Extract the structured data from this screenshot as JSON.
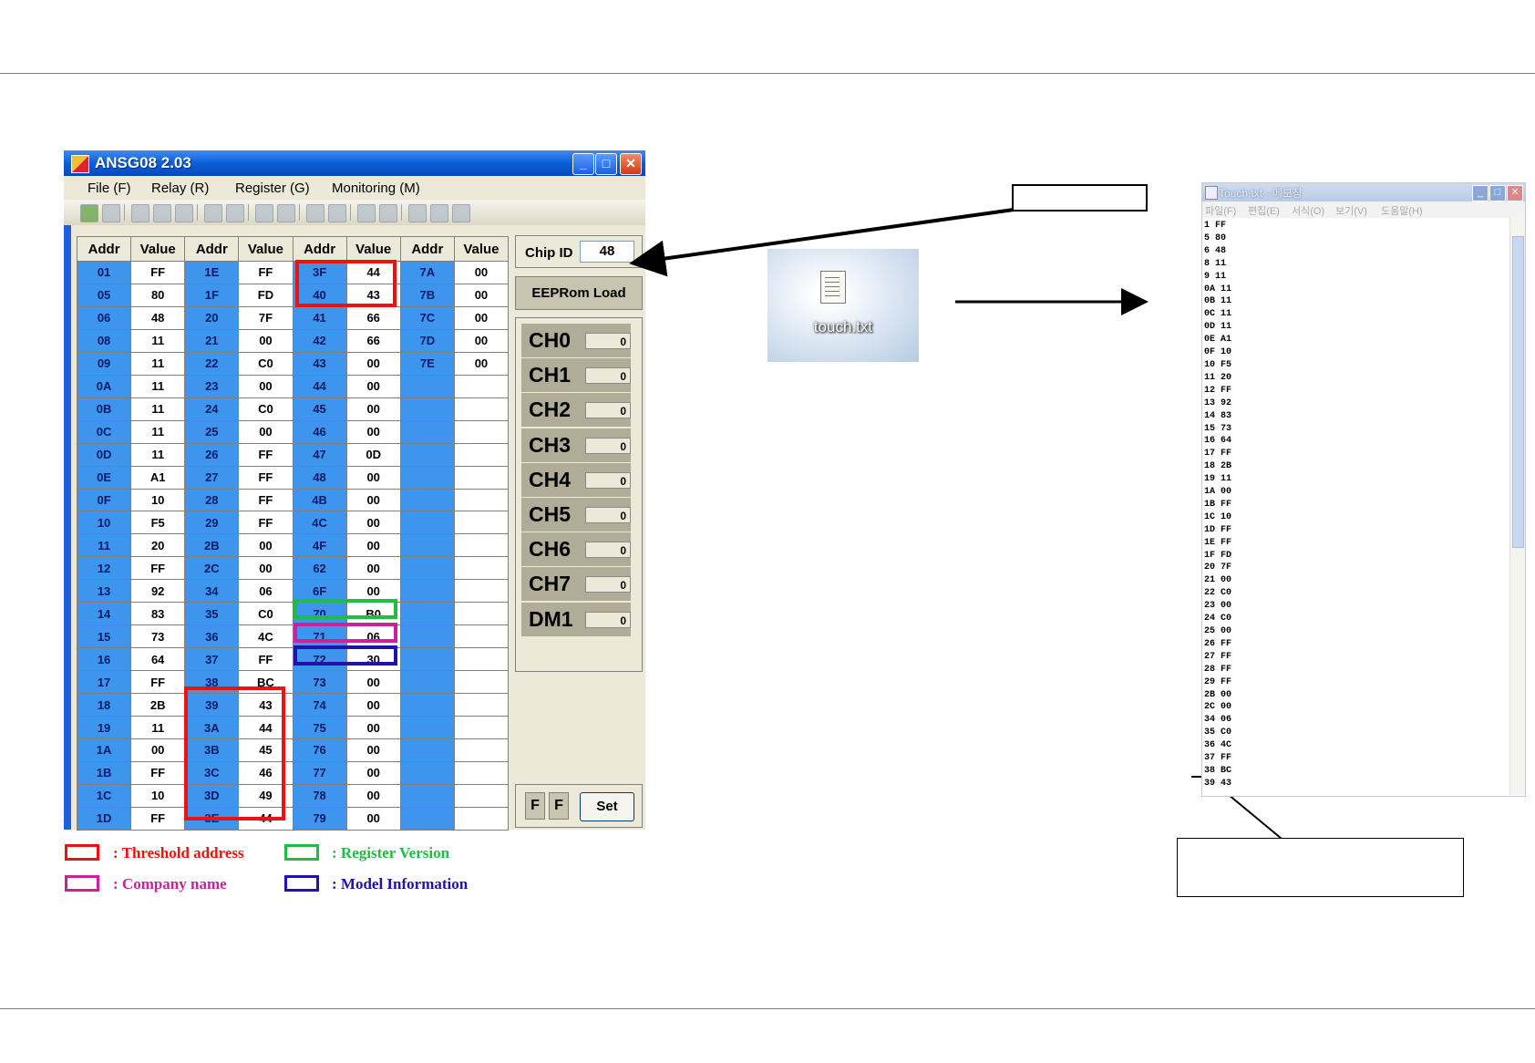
{
  "app": {
    "title": "ANSG08 2.03",
    "menus": [
      "File (F)",
      "Relay (R)",
      "Register (G)",
      "Monitoring (M)"
    ],
    "columns": [
      "Addr",
      "Value",
      "Addr",
      "Value",
      "Addr",
      "Value",
      "Addr",
      "Value"
    ],
    "rows": [
      [
        "01",
        "FF",
        "1E",
        "FF",
        "3F",
        "44",
        "7A",
        "00"
      ],
      [
        "05",
        "80",
        "1F",
        "FD",
        "40",
        "43",
        "7B",
        "00"
      ],
      [
        "06",
        "48",
        "20",
        "7F",
        "41",
        "66",
        "7C",
        "00"
      ],
      [
        "08",
        "11",
        "21",
        "00",
        "42",
        "66",
        "7D",
        "00"
      ],
      [
        "09",
        "11",
        "22",
        "C0",
        "43",
        "00",
        "7E",
        "00"
      ],
      [
        "0A",
        "11",
        "23",
        "00",
        "44",
        "00",
        "",
        ""
      ],
      [
        "0B",
        "11",
        "24",
        "C0",
        "45",
        "00",
        "",
        ""
      ],
      [
        "0C",
        "11",
        "25",
        "00",
        "46",
        "00",
        "",
        ""
      ],
      [
        "0D",
        "11",
        "26",
        "FF",
        "47",
        "0D",
        "",
        ""
      ],
      [
        "0E",
        "A1",
        "27",
        "FF",
        "48",
        "00",
        "",
        ""
      ],
      [
        "0F",
        "10",
        "28",
        "FF",
        "4B",
        "00",
        "",
        ""
      ],
      [
        "10",
        "F5",
        "29",
        "FF",
        "4C",
        "00",
        "",
        ""
      ],
      [
        "11",
        "20",
        "2B",
        "00",
        "4F",
        "00",
        "",
        ""
      ],
      [
        "12",
        "FF",
        "2C",
        "00",
        "62",
        "00",
        "",
        ""
      ],
      [
        "13",
        "92",
        "34",
        "06",
        "6F",
        "00",
        "",
        ""
      ],
      [
        "14",
        "83",
        "35",
        "C0",
        "70",
        "B0",
        "",
        ""
      ],
      [
        "15",
        "73",
        "36",
        "4C",
        "71",
        "06",
        "",
        ""
      ],
      [
        "16",
        "64",
        "37",
        "FF",
        "72",
        "30",
        "",
        ""
      ],
      [
        "17",
        "FF",
        "38",
        "BC",
        "73",
        "00",
        "",
        ""
      ],
      [
        "18",
        "2B",
        "39",
        "43",
        "74",
        "00",
        "",
        ""
      ],
      [
        "19",
        "11",
        "3A",
        "44",
        "75",
        "00",
        "",
        ""
      ],
      [
        "1A",
        "00",
        "3B",
        "45",
        "76",
        "00",
        "",
        ""
      ],
      [
        "1B",
        "FF",
        "3C",
        "46",
        "77",
        "00",
        "",
        ""
      ],
      [
        "1C",
        "10",
        "3D",
        "49",
        "78",
        "00",
        "",
        ""
      ],
      [
        "1D",
        "FF",
        "3E",
        "44",
        "79",
        "00",
        "",
        ""
      ]
    ],
    "chip_id_label": "Chip ID",
    "chip_id_value": "48",
    "eeprom_label": "EEPRom Load",
    "channels": [
      {
        "name": "CH0",
        "value": "0"
      },
      {
        "name": "CH1",
        "value": "0"
      },
      {
        "name": "CH2",
        "value": "0"
      },
      {
        "name": "CH3",
        "value": "0"
      },
      {
        "name": "CH4",
        "value": "0"
      },
      {
        "name": "CH5",
        "value": "0"
      },
      {
        "name": "CH6",
        "value": "0"
      },
      {
        "name": "CH7",
        "value": "0"
      },
      {
        "name": "DM1",
        "value": "0"
      }
    ],
    "f1": "F",
    "f2": "F",
    "set_label": "Set"
  },
  "legend": {
    "threshold": ":   Threshold address",
    "register_version": ": Register Version",
    "company": ":   Company name",
    "model": ": Model  Information",
    "colors": {
      "threshold": "#ee1111",
      "register_version": "#22bb44",
      "company": "#cc2299",
      "model": "#2211aa"
    }
  },
  "desktop_file": {
    "label": "touch.txt",
    "icon": "notepad-file-icon"
  },
  "notepad": {
    "title": "Touch.txt - 메모장",
    "menus": [
      "파일(F)",
      "편집(E)",
      "서식(O)",
      "보기(V)",
      "도움말(H)"
    ],
    "lines": [
      "1 FF",
      "5 80",
      "6 48",
      "8 11",
      "9 11",
      "0A 11",
      "0B 11",
      "0C 11",
      "0D 11",
      "0E A1",
      "0F 10",
      "10 F5",
      "11 20",
      "12 FF",
      "13 92",
      "14 83",
      "15 73",
      "16 64",
      "17 FF",
      "18 2B",
      "19 11",
      "1A 00",
      "1B FF",
      "1C 10",
      "1D FF",
      "1E FF",
      "1F FD",
      "20 7F",
      "21 00",
      "22 C0",
      "23 00",
      "24 C0",
      "25 00",
      "26 FF",
      "27 FF",
      "28 FF",
      "29 FF",
      "2B 00",
      "2C 00",
      "34 06",
      "35 C0",
      "36 4C",
      "37 FF",
      "38 BC",
      "39 43"
    ]
  }
}
